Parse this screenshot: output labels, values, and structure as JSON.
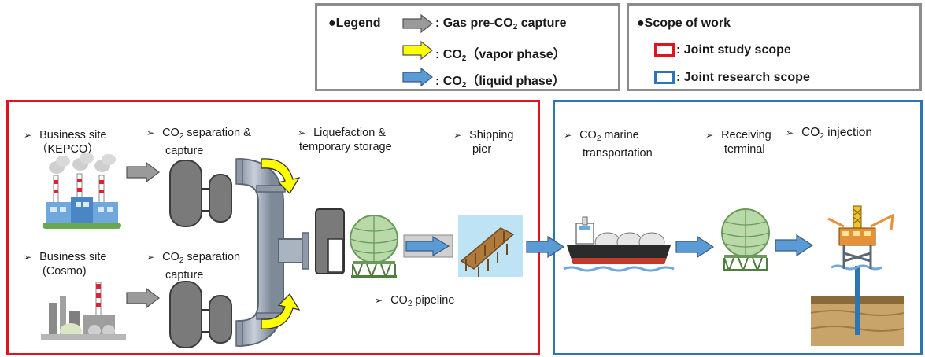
{
  "legend": {
    "title": "●Legend",
    "items": [
      {
        "key": "gas",
        "prefix": ": Gas pre-CO",
        "sub": "2",
        "suffix": " capture",
        "color": "#9a9a9a"
      },
      {
        "key": "vapor",
        "prefix": ": CO",
        "sub": "2",
        "suffix": "（vapor phase）",
        "color": "#ffff00"
      },
      {
        "key": "liquid",
        "prefix": ": CO",
        "sub": "2",
        "suffix": "（liquid phase）",
        "color": "#5b9bd5"
      }
    ]
  },
  "scope": {
    "title": "●Scope of work",
    "items": [
      {
        "label": ": Joint study scope",
        "color": "#e0141e"
      },
      {
        "label": ": Joint research scope",
        "color": "#2e75b6"
      }
    ]
  },
  "labels": {
    "site_kepco": {
      "bullet": "➢",
      "line1": "Business site",
      "line2": "（KEPCO）"
    },
    "separation1": {
      "bullet": "➢",
      "pre": "CO",
      "sub": "2",
      "post": " separation &",
      "line2": "capture"
    },
    "liquefaction": {
      "bullet": "➢",
      "line1": "Liquefaction &",
      "line2": "temporary storage"
    },
    "shipping": {
      "bullet": "➢",
      "line1": "Shipping",
      "line2": "pier"
    },
    "site_cosmo": {
      "bullet": "➢",
      "line1": "Business site",
      "line2": "(Cosmo)"
    },
    "separation2": {
      "bullet": "➢",
      "pre": "CO",
      "sub": "2",
      "post": " separation",
      "line2": "capture"
    },
    "pipeline": {
      "bullet": "➢",
      "pre": "CO",
      "sub": "2",
      "post": " pipeline"
    },
    "marine": {
      "bullet": "➢",
      "pre": "CO",
      "sub": "2",
      "post": " marine",
      "line2": "transportation"
    },
    "receiving": {
      "bullet": "➢",
      "line1": "Receiving",
      "line2": "terminal"
    },
    "injection": {
      "bullet": "➢",
      "pre": "CO",
      "sub": "2",
      "post": " injection"
    }
  },
  "colors": {
    "study": "#e0141e",
    "research": "#2e75b6",
    "gas_arrow": "#9a9a9a",
    "vapor_arrow": "#ffff00",
    "liquid_arrow": "#5b9bd5"
  }
}
